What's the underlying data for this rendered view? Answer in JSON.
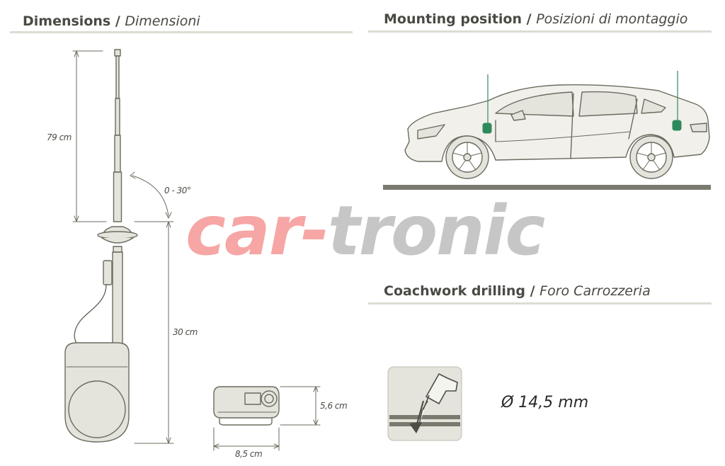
{
  "headings": {
    "dimensions": {
      "en": "Dimensions",
      "sep": " / ",
      "it": "Dimensioni"
    },
    "mounting": {
      "en": "Mounting position",
      "sep": " / ",
      "it": "Posizioni di montaggio"
    },
    "drilling": {
      "en": "Coachwork drilling",
      "sep": " / ",
      "it": "Foro Carrozzeria"
    }
  },
  "dimension_labels": {
    "mast_height": "79 cm",
    "angle": "0 - 30°",
    "base_height": "30 cm",
    "box_height": "5,6 cm",
    "box_width": "8,5 cm"
  },
  "drill": {
    "diameter_label": "Ø 14,5 mm",
    "icon": "drill-icon"
  },
  "brand": {
    "part1": "car-",
    "part2": "tronic"
  },
  "colors": {
    "line": "#6b6b5f",
    "fill": "#e4e3dc",
    "accent_green": "#2e8a5c",
    "ground": "#7a7a6e"
  }
}
